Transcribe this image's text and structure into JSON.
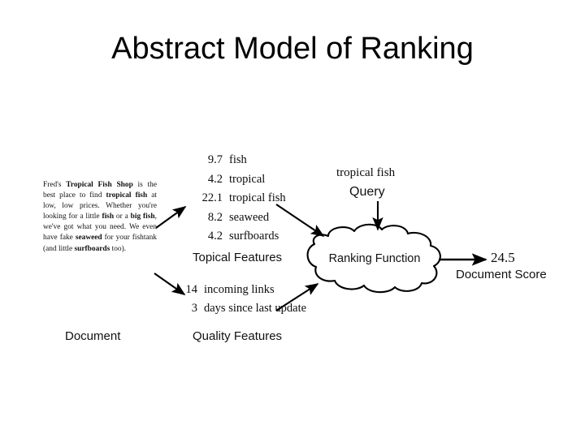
{
  "slide": {
    "title": "Abstract Model of Ranking",
    "background_color": "#ffffff",
    "ink_color": "#000000"
  },
  "document": {
    "caption": "Document",
    "text_runs": [
      {
        "text": "Fred's ",
        "bold": false
      },
      {
        "text": "Tropical Fish Shop",
        "bold": true
      },
      {
        "text": " is the best place to find ",
        "bold": false
      },
      {
        "text": "tropical fish",
        "bold": true
      },
      {
        "text": " at low, low prices.   Whether you're looking for a little ",
        "bold": false
      },
      {
        "text": "fish",
        "bold": true
      },
      {
        "text": " or a ",
        "bold": false
      },
      {
        "text": "big fish",
        "bold": true
      },
      {
        "text": ", we've got what you need.   We even have fake ",
        "bold": false
      },
      {
        "text": "seaweed",
        "bold": true
      },
      {
        "text": " for your fishtank (and little ",
        "bold": false
      },
      {
        "text": "surfboards",
        "bold": true
      },
      {
        "text": " too).",
        "bold": false
      }
    ],
    "plain_text": "Fred's Tropical Fish Shop is the best place to find tropical fish at low, low prices. Whether you're looking for a little fish or a big fish, we've got what you need. We even have fake seaweed for your fishtank (and little surfboards too)."
  },
  "topical_features": {
    "caption": "Topical Features",
    "rows": [
      {
        "value": "9.7",
        "label": "fish"
      },
      {
        "value": "4.2",
        "label": "tropical"
      },
      {
        "value": "22.1",
        "label": "tropical fish"
      },
      {
        "value": "8.2",
        "label": "seaweed"
      },
      {
        "value": "4.2",
        "label": "surfboards"
      }
    ]
  },
  "quality_features": {
    "caption": "Quality Features",
    "rows": [
      {
        "value": "14",
        "label": "incoming links"
      },
      {
        "value": "3",
        "label": "days since last update"
      }
    ]
  },
  "query": {
    "text": "tropical fish",
    "caption": "Query"
  },
  "ranking_function": {
    "label": "Ranking Function"
  },
  "document_score": {
    "value": "24.5",
    "caption": "Document Score"
  },
  "arrows": [
    {
      "name": "document-to-topical-features"
    },
    {
      "name": "document-to-quality-features"
    },
    {
      "name": "topical-features-to-ranking-function"
    },
    {
      "name": "quality-features-to-ranking-function"
    },
    {
      "name": "query-to-ranking-function"
    },
    {
      "name": "ranking-function-to-document-score"
    }
  ]
}
